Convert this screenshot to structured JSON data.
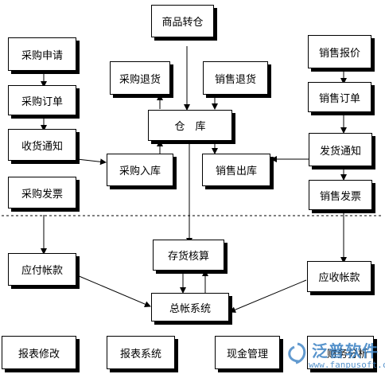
{
  "nodes": {
    "goods_transfer": "商品转仓",
    "purchase_request": "采购申请",
    "purchase_return": "采购退货",
    "sales_return": "销售退货",
    "sales_quote": "销售报价",
    "purchase_order": "采购订单",
    "warehouse": "仓　库",
    "sales_order": "销售订单",
    "receipt_notice": "收货通知",
    "purchase_inbound": "采购入库",
    "sales_outbound": "销售出库",
    "delivery_notice": "发货通知",
    "purchase_invoice": "采购发票",
    "sales_invoice": "销售发票",
    "inventory_costing": "存货核算",
    "accounts_payable": "应付帐款",
    "accounts_receivable": "应收帐款",
    "general_ledger": "总帐系统",
    "report_modify": "报表修改",
    "report_system": "报表系统",
    "cash_management": "现金管理",
    "financial_analysis": "财务分析"
  },
  "watermark": {
    "brand": "泛普软件",
    "url": "www.fanpusoft.com"
  }
}
